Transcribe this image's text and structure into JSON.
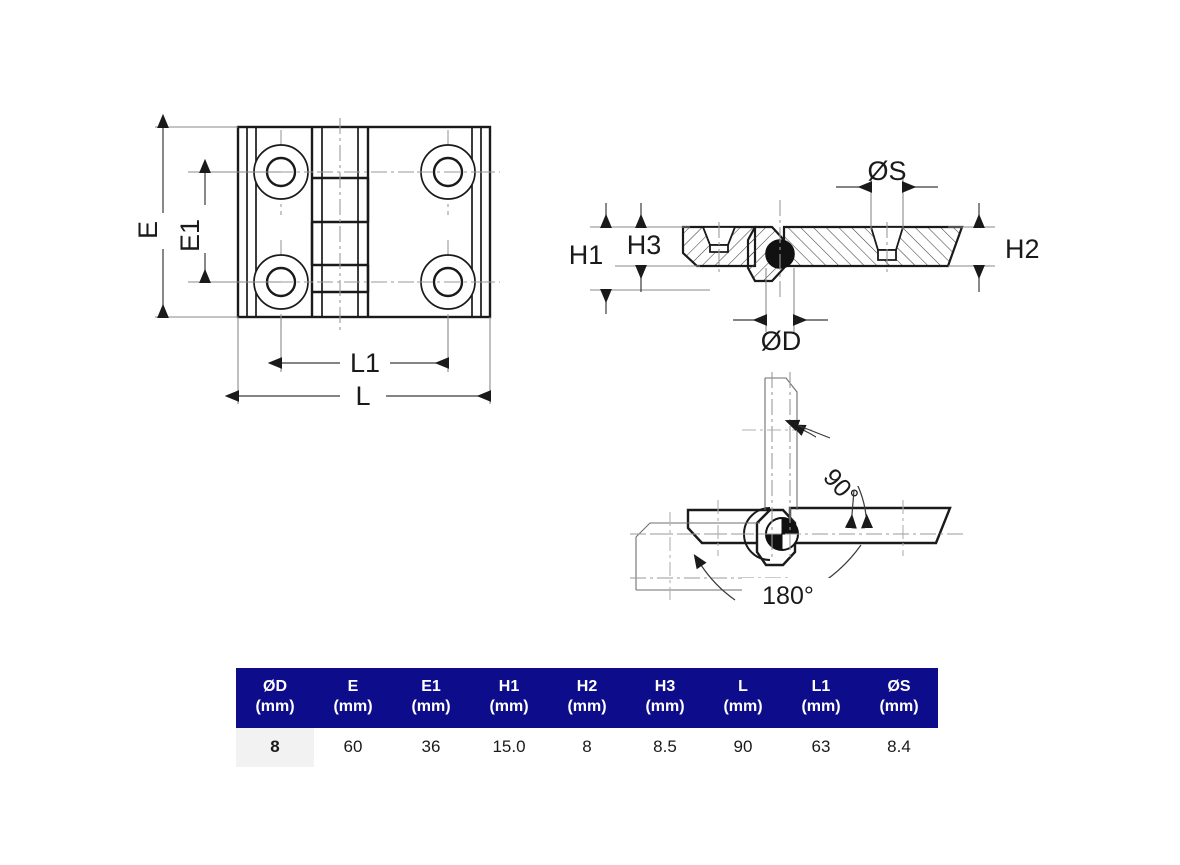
{
  "drawing": {
    "title": "Hinge dimensional drawing",
    "views": {
      "front": {
        "name": "front-view",
        "dimension_labels": [
          "E",
          "E1",
          "L1",
          "L"
        ]
      },
      "section": {
        "name": "section-view",
        "dimension_labels": [
          "H1",
          "H3",
          "H2",
          "ØS",
          "ØD"
        ]
      },
      "rotation": {
        "name": "rotation-view",
        "angle_labels": [
          "90°",
          "180°"
        ]
      }
    },
    "labels": {
      "E": "E",
      "E1": "E1",
      "L": "L",
      "L1": "L1",
      "H1": "H1",
      "H2": "H2",
      "H3": "H3",
      "OD": "ØD",
      "OS": "ØS",
      "angle90": "90°",
      "angle180": "180°"
    }
  },
  "table": {
    "name": "specification-table",
    "header_bg": "#0d0d8c",
    "header_fg": "#ffffff",
    "key_cell_bg": "#f2f2f2",
    "unit": "(mm)",
    "columns": [
      {
        "symbol": "ØD",
        "unit": "(mm)"
      },
      {
        "symbol": "E",
        "unit": "(mm)"
      },
      {
        "symbol": "E1",
        "unit": "(mm)"
      },
      {
        "symbol": "H1",
        "unit": "(mm)"
      },
      {
        "symbol": "H2",
        "unit": "(mm)"
      },
      {
        "symbol": "H3",
        "unit": "(mm)"
      },
      {
        "symbol": "L",
        "unit": "(mm)"
      },
      {
        "symbol": "L1",
        "unit": "(mm)"
      },
      {
        "symbol": "ØS",
        "unit": "(mm)"
      }
    ],
    "rows": [
      [
        "8",
        "60",
        "36",
        "15.0",
        "8",
        "8.5",
        "90",
        "63",
        "8.4"
      ]
    ]
  },
  "chart_data": {
    "type": "table",
    "title": "Hinge dimensions",
    "categories": [
      "ØD",
      "E",
      "E1",
      "H1",
      "H2",
      "H3",
      "L",
      "L1",
      "ØS"
    ],
    "values": [
      8,
      60,
      36,
      15.0,
      8,
      8.5,
      90,
      63,
      8.4
    ],
    "units": "mm"
  }
}
